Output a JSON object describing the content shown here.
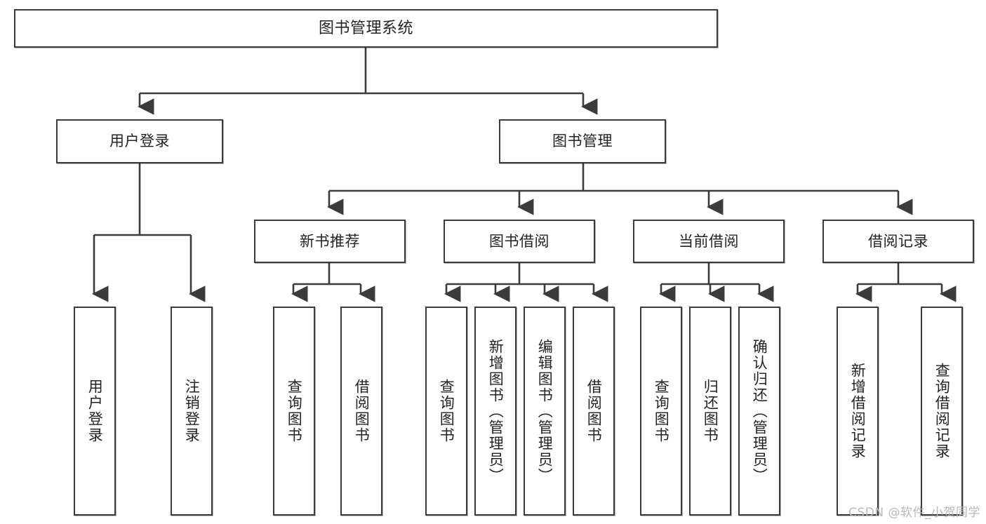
{
  "diagram": {
    "type": "hierarchy-tree",
    "title": "图书管理系统",
    "watermark": "CSDN @软件_小贺同学",
    "colors": {
      "stroke": "#3b3b3b",
      "fill": "#ffffff",
      "text": "#232323",
      "watermark": "#b9b9b9"
    },
    "root": {
      "label": "图书管理系统"
    },
    "level2": [
      {
        "id": "user-login",
        "label": "用户登录"
      },
      {
        "id": "book-manage",
        "label": "图书管理"
      }
    ],
    "level3": [
      {
        "id": "new-book-rec",
        "label": "新书推荐"
      },
      {
        "id": "book-borrow",
        "label": "图书借阅"
      },
      {
        "id": "current-borrow",
        "label": "当前借阅"
      },
      {
        "id": "borrow-record",
        "label": "借阅记录"
      }
    ],
    "leaves": {
      "user-login": [
        {
          "id": "leaf-user-login",
          "label": "用户登录"
        },
        {
          "id": "leaf-user-logout",
          "label": "注销登录"
        }
      ],
      "new-book-rec": [
        {
          "id": "leaf-query-book-1",
          "label": "查询图书"
        },
        {
          "id": "leaf-borrow-book-1",
          "label": "借阅图书"
        }
      ],
      "book-borrow": [
        {
          "id": "leaf-query-book-2",
          "label": "查询图书"
        },
        {
          "id": "leaf-add-book",
          "label": "新增图书（管理员）"
        },
        {
          "id": "leaf-edit-book",
          "label": "编辑图书（管理员）"
        },
        {
          "id": "leaf-borrow-book-2",
          "label": "借阅图书"
        }
      ],
      "current-borrow": [
        {
          "id": "leaf-query-book-3",
          "label": "查询图书"
        },
        {
          "id": "leaf-return-book",
          "label": "归还图书"
        },
        {
          "id": "leaf-confirm-return",
          "label": "确认归还（管理员）"
        }
      ],
      "borrow-record": [
        {
          "id": "leaf-add-record",
          "label": "新增借阅记录"
        },
        {
          "id": "leaf-query-record",
          "label": "查询借阅记录"
        }
      ]
    }
  }
}
